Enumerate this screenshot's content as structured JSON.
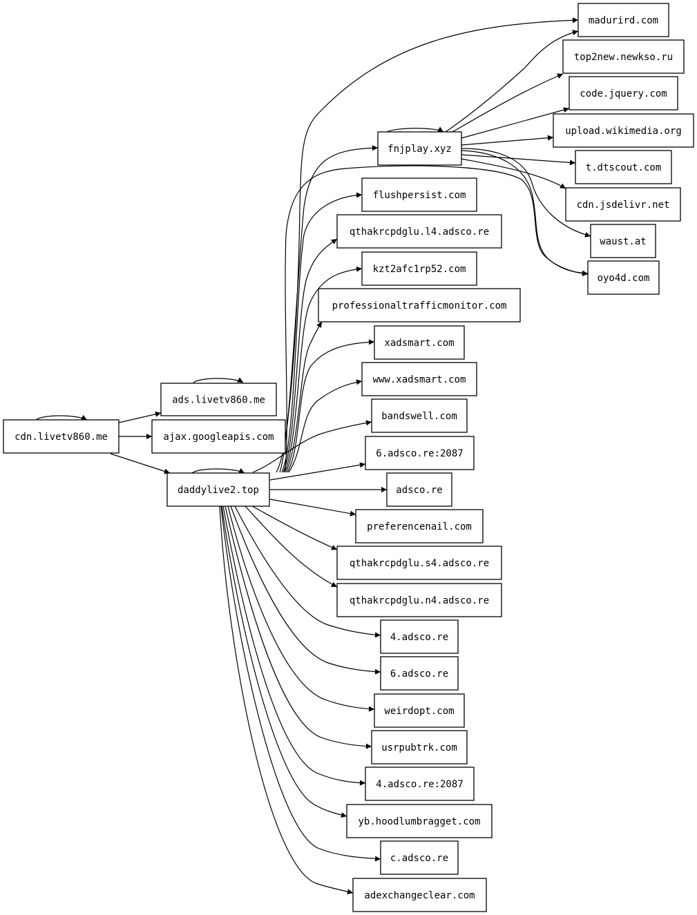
{
  "graph": {
    "nodes": [
      {
        "id": "cdn_livetv",
        "label": "cdn.livetv860.me"
      },
      {
        "id": "ads_livetv",
        "label": "ads.livetv860.me"
      },
      {
        "id": "ajax_google",
        "label": "ajax.googleapis.com"
      },
      {
        "id": "daddylive2",
        "label": "daddylive2.top"
      },
      {
        "id": "fnjplay",
        "label": "fnjplay.xyz"
      },
      {
        "id": "madurird",
        "label": "madurird.com"
      },
      {
        "id": "top2new",
        "label": "top2new.newkso.ru"
      },
      {
        "id": "code_jquery",
        "label": "code.jquery.com"
      },
      {
        "id": "upload_wiki",
        "label": "upload.wikimedia.org"
      },
      {
        "id": "t_dtscout",
        "label": "t.dtscout.com"
      },
      {
        "id": "cdn_jsdelivr",
        "label": "cdn.jsdelivr.net"
      },
      {
        "id": "waust",
        "label": "waust.at"
      },
      {
        "id": "oyo4d",
        "label": "oyo4d.com"
      },
      {
        "id": "flushpersist",
        "label": "flushpersist.com"
      },
      {
        "id": "qthak_l4",
        "label": "qthakrcpdglu.l4.adsco.re"
      },
      {
        "id": "kzt2afc",
        "label": "kzt2afc1rp52.com"
      },
      {
        "id": "proftraffic",
        "label": "professionaltrafficmonitor.com"
      },
      {
        "id": "xadsmart",
        "label": "xadsmart.com"
      },
      {
        "id": "www_xadsmart",
        "label": "www.xadsmart.com"
      },
      {
        "id": "bandswell",
        "label": "bandswell.com"
      },
      {
        "id": "adsco_6_2087",
        "label": "6.adsco.re:2087"
      },
      {
        "id": "adsco_re",
        "label": "adsco.re"
      },
      {
        "id": "preferencenail",
        "label": "preferencenail.com"
      },
      {
        "id": "qthak_s4",
        "label": "qthakrcpdglu.s4.adsco.re"
      },
      {
        "id": "qthak_n4",
        "label": "qthakrcpdglu.n4.adsco.re"
      },
      {
        "id": "adsco_4",
        "label": "4.adsco.re"
      },
      {
        "id": "adsco_6",
        "label": "6.adsco.re"
      },
      {
        "id": "weirdopt",
        "label": "weirdopt.com"
      },
      {
        "id": "usrpubtrk",
        "label": "usrpubtrk.com"
      },
      {
        "id": "adsco_4_2087",
        "label": "4.adsco.re:2087"
      },
      {
        "id": "yb_hoodlum",
        "label": "yb.hoodlumbragget.com"
      },
      {
        "id": "c_adsco",
        "label": "c.adsco.re"
      },
      {
        "id": "adexchange",
        "label": "adexchangeclear.com"
      }
    ],
    "edges": [
      {
        "from": "cdn_livetv",
        "to": "cdn_livetv"
      },
      {
        "from": "cdn_livetv",
        "to": "ads_livetv"
      },
      {
        "from": "cdn_livetv",
        "to": "ajax_google"
      },
      {
        "from": "cdn_livetv",
        "to": "daddylive2"
      },
      {
        "from": "ads_livetv",
        "to": "ads_livetv"
      },
      {
        "from": "daddylive2",
        "to": "daddylive2"
      },
      {
        "from": "daddylive2",
        "to": "madurird"
      },
      {
        "from": "daddylive2",
        "to": "fnjplay"
      },
      {
        "from": "daddylive2",
        "to": "oyo4d"
      },
      {
        "from": "daddylive2",
        "to": "flushpersist"
      },
      {
        "from": "daddylive2",
        "to": "qthak_l4"
      },
      {
        "from": "daddylive2",
        "to": "kzt2afc"
      },
      {
        "from": "daddylive2",
        "to": "proftraffic"
      },
      {
        "from": "daddylive2",
        "to": "xadsmart"
      },
      {
        "from": "daddylive2",
        "to": "www_xadsmart"
      },
      {
        "from": "daddylive2",
        "to": "bandswell"
      },
      {
        "from": "daddylive2",
        "to": "adsco_6_2087"
      },
      {
        "from": "daddylive2",
        "to": "adsco_re"
      },
      {
        "from": "daddylive2",
        "to": "preferencenail"
      },
      {
        "from": "daddylive2",
        "to": "qthak_s4"
      },
      {
        "from": "daddylive2",
        "to": "qthak_n4"
      },
      {
        "from": "daddylive2",
        "to": "adsco_4"
      },
      {
        "from": "daddylive2",
        "to": "adsco_6"
      },
      {
        "from": "daddylive2",
        "to": "weirdopt"
      },
      {
        "from": "daddylive2",
        "to": "usrpubtrk"
      },
      {
        "from": "daddylive2",
        "to": "adsco_4_2087"
      },
      {
        "from": "daddylive2",
        "to": "yb_hoodlum"
      },
      {
        "from": "daddylive2",
        "to": "c_adsco"
      },
      {
        "from": "daddylive2",
        "to": "adexchange"
      },
      {
        "from": "fnjplay",
        "to": "fnjplay"
      },
      {
        "from": "fnjplay",
        "to": "madurird"
      },
      {
        "from": "fnjplay",
        "to": "top2new"
      },
      {
        "from": "fnjplay",
        "to": "code_jquery"
      },
      {
        "from": "fnjplay",
        "to": "upload_wiki"
      },
      {
        "from": "fnjplay",
        "to": "t_dtscout"
      },
      {
        "from": "fnjplay",
        "to": "cdn_jsdelivr"
      },
      {
        "from": "fnjplay",
        "to": "waust"
      },
      {
        "from": "fnjplay",
        "to": "oyo4d"
      }
    ]
  }
}
